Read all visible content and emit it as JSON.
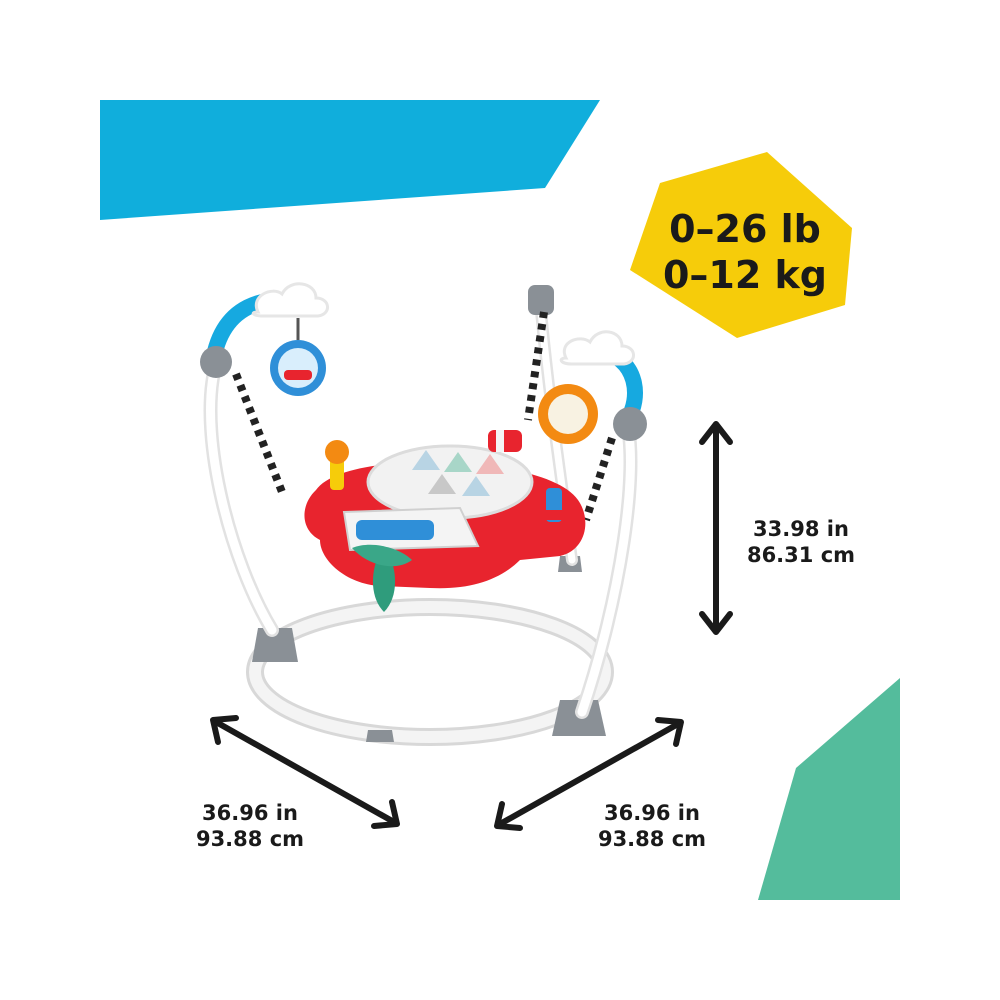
{
  "colors": {
    "blue_banner": "#10aedc",
    "teal_corner": "#54bc9c",
    "yellow_badge": "#f6cc0a",
    "text": "#1a1a1a",
    "seat_red": "#e8242e",
    "frame_white": "#f4f4f4",
    "accent_grey": "#8a9096"
  },
  "weight_badge": {
    "line1": "0–26 lb",
    "line2": "0–12 kg"
  },
  "dimensions": {
    "height": {
      "imperial": "33.98 in",
      "metric": "86.31 cm"
    },
    "width_left": {
      "imperial": "36.96 in",
      "metric": "93.88 cm"
    },
    "width_right": {
      "imperial": "36.96 in",
      "metric": "93.88 cm"
    }
  },
  "icons": [
    "double-arrow-icon"
  ]
}
